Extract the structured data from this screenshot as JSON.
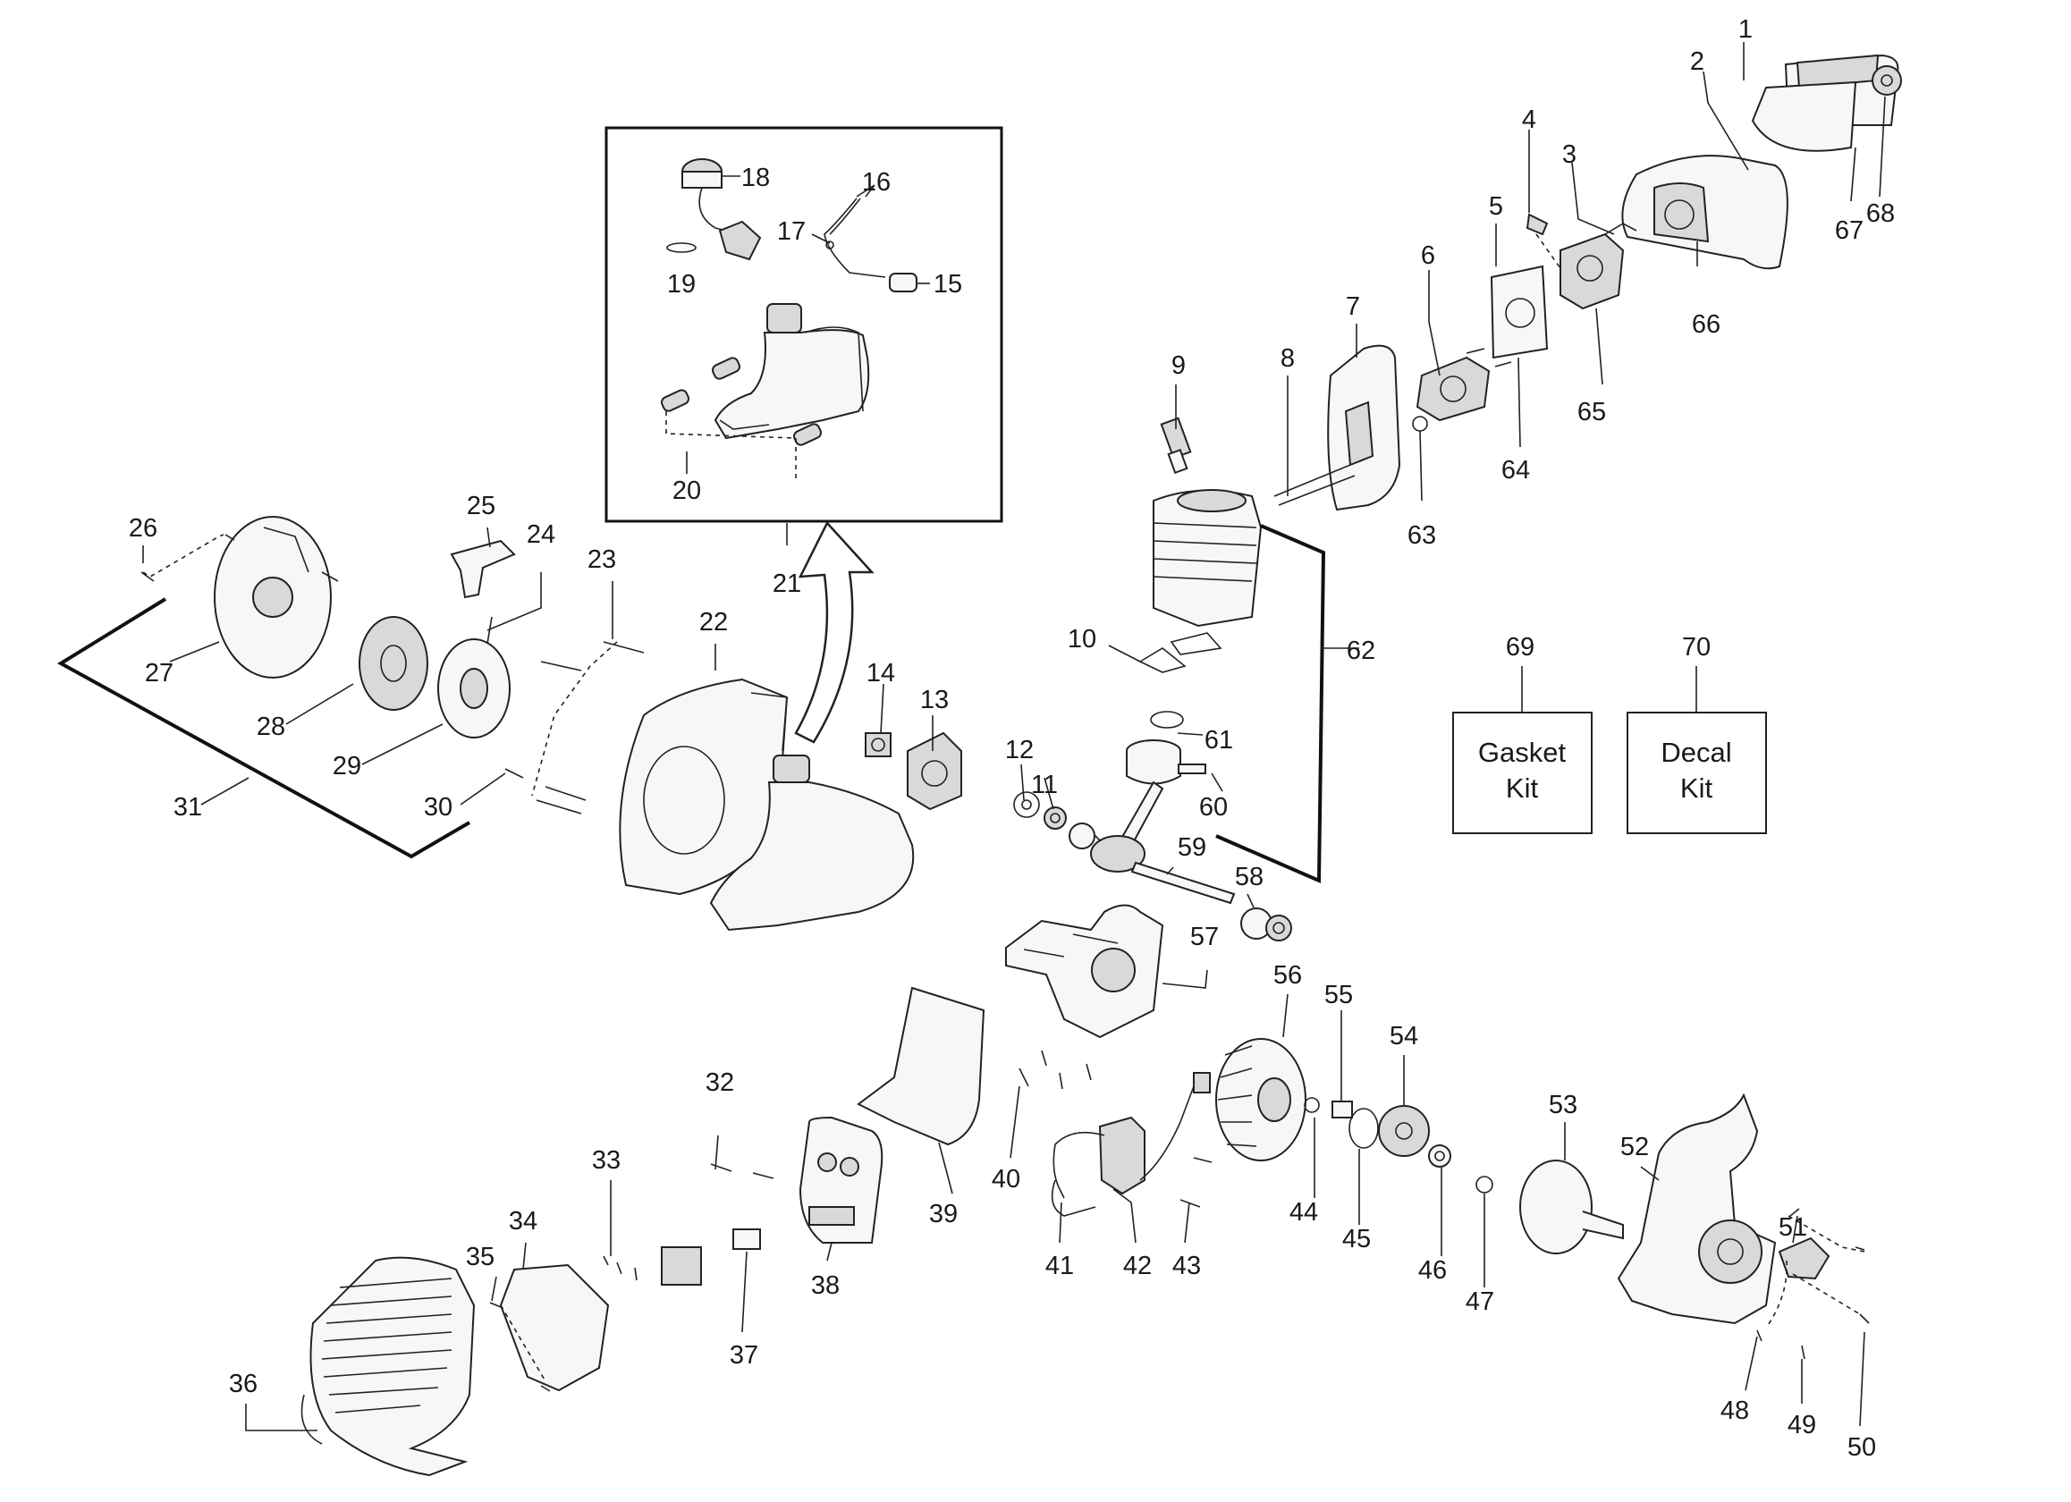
{
  "callouts": [
    "1",
    "2",
    "3",
    "4",
    "5",
    "6",
    "7",
    "8",
    "9",
    "10",
    "11",
    "12",
    "13",
    "14",
    "15",
    "16",
    "17",
    "18",
    "19",
    "20",
    "21",
    "22",
    "23",
    "24",
    "25",
    "26",
    "27",
    "28",
    "29",
    "30",
    "31",
    "32",
    "33",
    "34",
    "35",
    "36",
    "37",
    "38",
    "39",
    "40",
    "41",
    "42",
    "43",
    "44",
    "45",
    "46",
    "47",
    "48",
    "49",
    "50",
    "51",
    "52",
    "53",
    "54",
    "55",
    "56",
    "57",
    "58",
    "59",
    "60",
    "61",
    "62",
    "63",
    "64",
    "65",
    "66",
    "67",
    "68",
    "69",
    "70"
  ],
  "kits": {
    "gasket": {
      "line1": "Gasket",
      "line2": "Kit"
    },
    "decal": {
      "line1": "Decal",
      "line2": "Kit"
    }
  }
}
